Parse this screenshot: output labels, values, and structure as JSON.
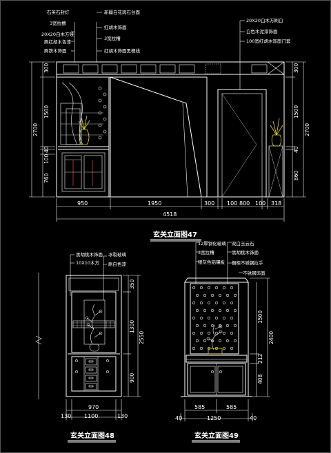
{
  "drawing1": {
    "title": "玄关立面图47",
    "annotations_left": [
      "石英石封灯",
      "3宽拉槽",
      "20X20白木方镜",
      "刷红胡木色漆",
      "刷铁木饰面"
    ],
    "annotations_mid": [
      "新疆白花岗石台面",
      "红胡木饰面",
      "3宽拉槽",
      "红胡木饰面黑檀线"
    ],
    "annotations_right": [
      "20X20白木方刷白",
      "白色木泥漆饰面",
      "100宽红胡木饰面门套"
    ],
    "dims_horizontal": [
      "950",
      "1950",
      "300",
      "100",
      "800",
      "100",
      "318"
    ],
    "dim_total": "4518",
    "dims_vertical_left": [
      "300",
      "1500",
      "40",
      "100",
      "760"
    ],
    "dim_height_left": "2700",
    "dims_vertical_right": [
      "300",
      "1500",
      "40",
      "860"
    ],
    "dim_height_right": "2700"
  },
  "drawing2": {
    "title": "玄关立面图48",
    "annotations": [
      "黑胡桃木饰面",
      "冰裂玻璃",
      "10X10木方",
      "刷白色漆"
    ],
    "dims_vertical": [
      "350",
      "1300",
      "900"
    ],
    "dim_height": "2550",
    "dim_width": "970",
    "dims_bottom": [
      "130",
      "1100",
      "130"
    ]
  },
  "drawing3": {
    "title": "玄关立面图49",
    "annotations": [
      "12厚钢化玻璃",
      "双白玉云石",
      "3宽拉槽",
      "黑胡桃木饰面",
      "银灰色铝镶板",
      "橱柜不锈钢拉手",
      "不锈钢饰面"
    ],
    "dims_vertical": [
      "1500",
      "212",
      "408"
    ],
    "dim_height": "2400",
    "dims_top_bottom": [
      "585",
      "585"
    ],
    "dims_bottom": [
      "40",
      "1250",
      "40"
    ]
  }
}
